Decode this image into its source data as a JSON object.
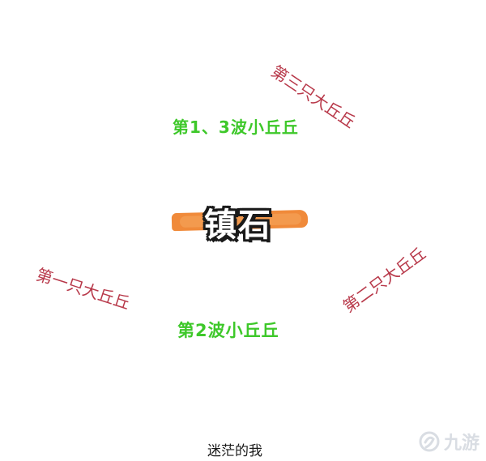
{
  "labels": {
    "boss_1": "第一只大丘丘",
    "boss_2": "第二只大丘丘",
    "boss_3": "第三只大丘丘",
    "wave_1_3": "第1、3波小丘丘",
    "wave_2": "第2波小丘丘",
    "center": "镇石",
    "caption": "迷茫的我"
  },
  "watermark": {
    "text": "九游",
    "icon": "nine-game-logo-icon"
  },
  "colors": {
    "wave_text": "#3ec82a",
    "boss_text": "#b8394a",
    "highlight": "#f08a3a",
    "background": "#ffffff"
  }
}
